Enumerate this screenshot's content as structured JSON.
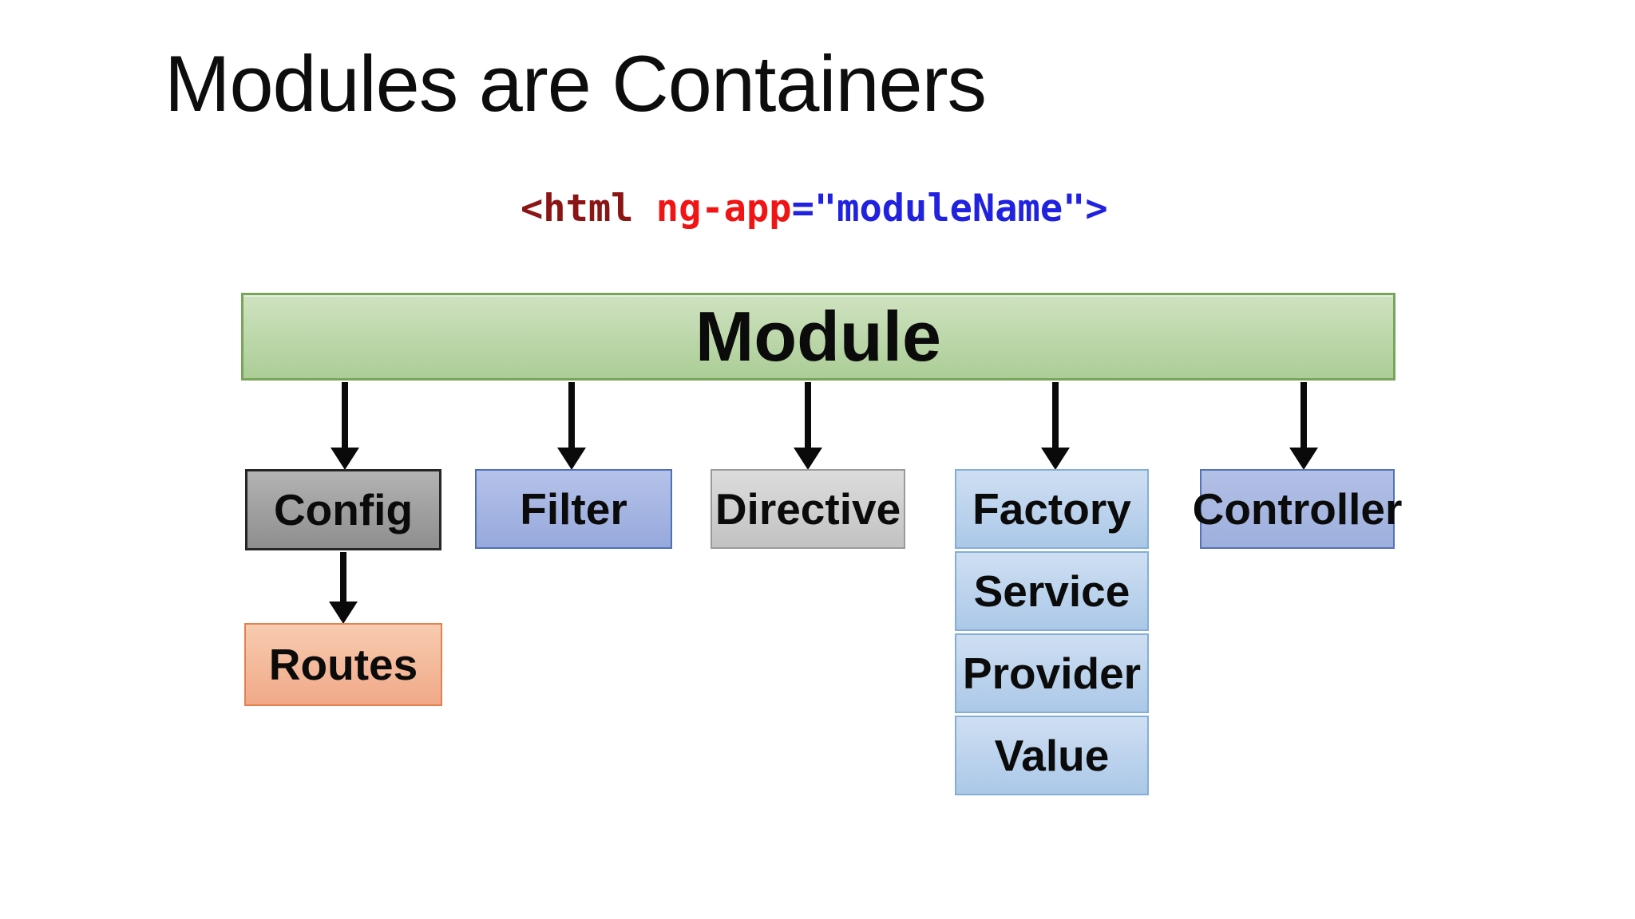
{
  "slide": {
    "title": "Modules are Containers",
    "code": {
      "full": "<html ng-app=\"moduleName\">",
      "segments": [
        {
          "text": "<html ",
          "color": "#8b1414"
        },
        {
          "text": "ng-app",
          "color": "#f01414"
        },
        {
          "text": "=\"moduleName\">",
          "color": "#2121e0"
        }
      ]
    },
    "diagram": {
      "root": {
        "label": "Module",
        "fill": "#aecf97",
        "border": "#79a55b"
      },
      "children": [
        {
          "label": "Config",
          "fill": "#a0a0a0",
          "border": "#262626"
        },
        {
          "label": "Filter",
          "fill": "#a5b4e2",
          "border": "#4f6fba"
        },
        {
          "label": "Directive",
          "fill": "#cfcfcf",
          "border": "#9a9a9a"
        },
        {
          "label": "Factory",
          "fill": "#bcd3ec",
          "border": "#84aed6"
        },
        {
          "label": "Controller",
          "fill": "#a8b6e1",
          "border": "#5572b8"
        }
      ],
      "config_child": {
        "label": "Routes",
        "fill": "#f4ba9c",
        "border": "#e2824e"
      },
      "factory_stack": [
        {
          "label": "Service",
          "fill": "#bcd3ec",
          "border": "#84aed6"
        },
        {
          "label": "Provider",
          "fill": "#bcd3ec",
          "border": "#84aed6"
        },
        {
          "label": "Value",
          "fill": "#bcd3ec",
          "border": "#84aed6"
        }
      ],
      "arrow_color": "#0a0a0a",
      "text_color": "#0b0b0b"
    }
  }
}
